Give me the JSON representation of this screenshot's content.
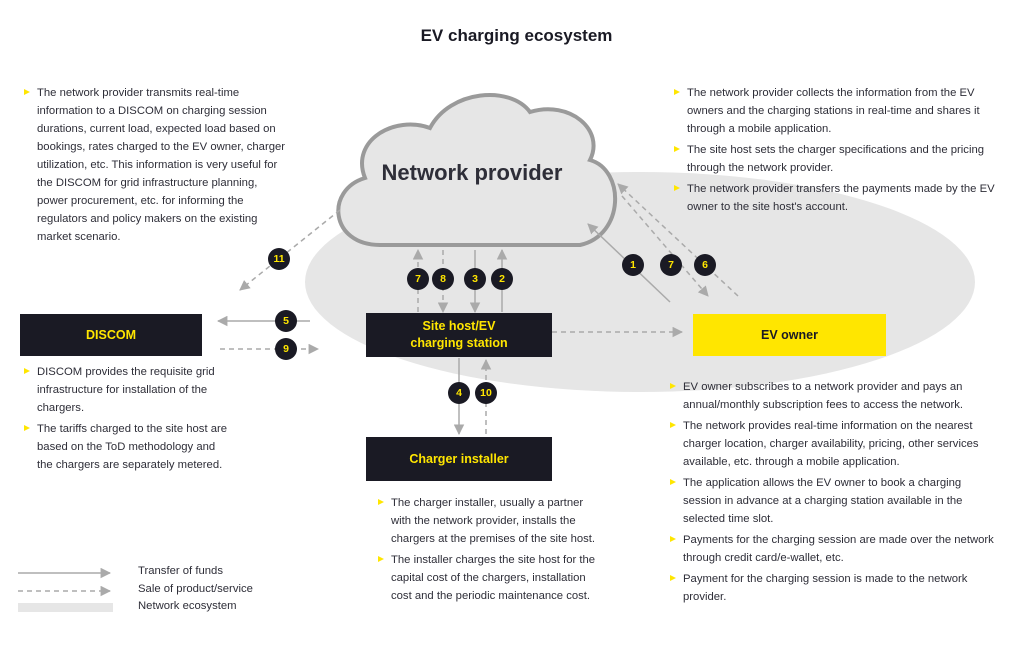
{
  "title": "EV charging ecosystem",
  "nodes": {
    "network_provider": "Network provider",
    "site_host": "Site host/EV charging station",
    "discom": "DISCOM",
    "ev_owner": "EV owner",
    "charger_installer": "Charger installer"
  },
  "steps": [
    "1",
    "2",
    "3",
    "4",
    "5",
    "6",
    "7",
    "8",
    "9",
    "10",
    "11"
  ],
  "notes": {
    "network_to_discom": [
      "The network provider transmits real-time information to a DISCOM on charging session durations, current load, expected load based on bookings, rates charged to the EV owner, charger utilization, etc. This information is very useful for the DISCOM for grid infrastructure planning, power procurement, etc. for informing the regulators and policy makers on the existing market scenario."
    ],
    "network_provider_right": [
      "The network provider collects the information from the EV owners and the charging stations in real-time and shares it through a mobile application.",
      "The site host sets the charger specifications and the pricing through the network provider.",
      "The network provider transfers the payments made by the EV owner to the site host's account."
    ],
    "discom": [
      "DISCOM provides the requisite grid infrastructure for installation of the chargers.",
      "The tariffs charged to the site host are based on the ToD methodology and the chargers are separately metered."
    ],
    "ev_owner": [
      "EV owner subscribes to a network provider and pays an annual/monthly subscription fees to access the network.",
      "The network provides real-time information on the nearest charger location, charger availability, pricing, other services available, etc. through a mobile application.",
      "The application allows the EV owner to book a charging session in advance at a charging station available in the selected time slot.",
      "Payments for the charging session are made over the network through credit card/e-wallet, etc.",
      "Payment for the charging session is made to the network provider."
    ],
    "charger_installer": [
      "The charger installer, usually a partner with the network provider, installs the chargers at the premises of the site host.",
      "The installer charges the site host for the capital cost of the chargers, installation cost and the periodic maintenance cost."
    ]
  },
  "legend": {
    "funds": "Transfer of funds",
    "product": "Sale of product/service",
    "ecosystem": "Network ecosystem"
  },
  "colors": {
    "dark": "#1a1a24",
    "accent": "#ffe600",
    "arrow": "#aaaaaa",
    "ecosystem": "#e6e6e6",
    "cloud": "#e6e6e6"
  }
}
